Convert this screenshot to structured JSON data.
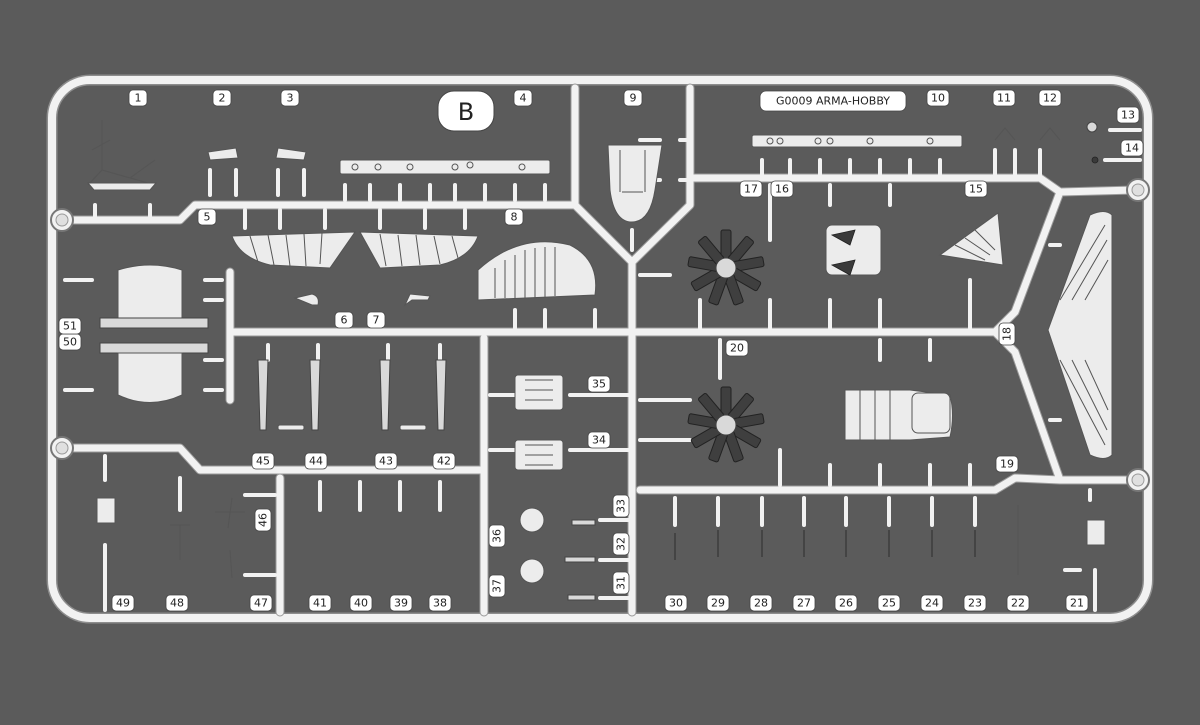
{
  "sprue": {
    "letter": "B",
    "code": "G0009 ARMA-HOBBY"
  },
  "labels": [
    "1",
    "2",
    "3",
    "4",
    "5",
    "6",
    "7",
    "8",
    "9",
    "10",
    "11",
    "12",
    "13",
    "14",
    "15",
    "16",
    "17",
    "18",
    "19",
    "20",
    "21",
    "22",
    "23",
    "24",
    "25",
    "26",
    "27",
    "28",
    "29",
    "30",
    "31",
    "32",
    "33",
    "34",
    "35",
    "36",
    "37",
    "38",
    "39",
    "40",
    "41",
    "42",
    "43",
    "44",
    "45",
    "46",
    "47",
    "48",
    "49",
    "50",
    "51"
  ],
  "colors": {
    "background": "#5b5b5b",
    "plastic": "#f2f2f2",
    "outline": "#555555"
  }
}
